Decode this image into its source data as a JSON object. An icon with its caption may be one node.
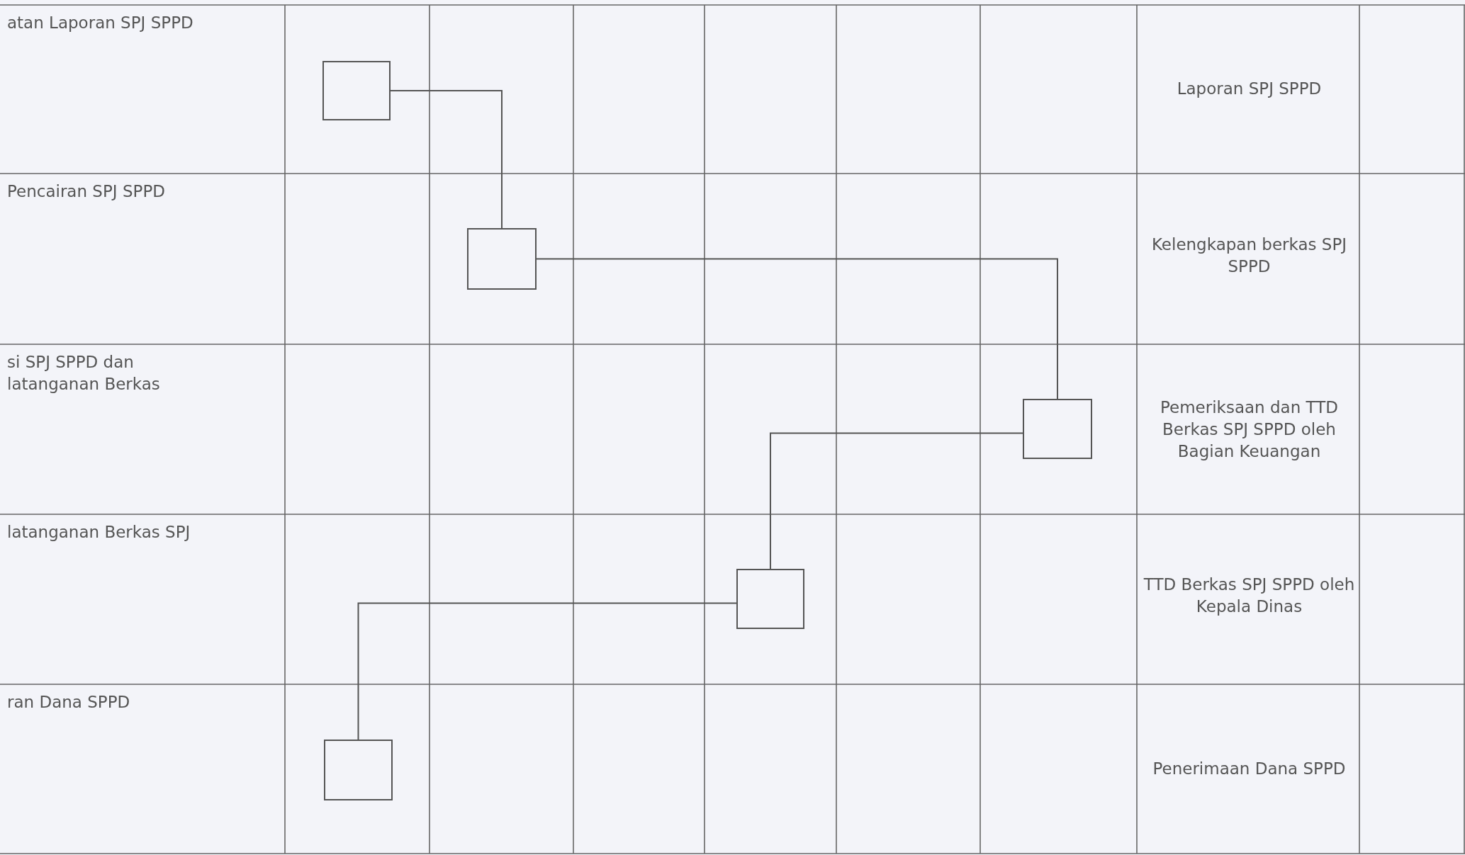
{
  "diagram": {
    "nodes": [
      {
        "text": [],
        "shape": "box"
      },
      {
        "text": [],
        "shape": "box"
      },
      {
        "text": [],
        "shape": "box"
      },
      {
        "text": [],
        "shape": "box"
      },
      {
        "text": [],
        "shape": "box"
      }
    ],
    "edges": [
      {
        "from": 0,
        "to": 1,
        "arrow": "none"
      },
      {
        "from": 1,
        "to": 2,
        "arrow": "none"
      },
      {
        "from": 2,
        "to": 3,
        "arrow": "none"
      },
      {
        "from": 3,
        "to": 4,
        "arrow": "none"
      }
    ],
    "labels": [
      "atan Laporan SPJ SPPD",
      "Laporan SPJ SPPD",
      "Pencairan SPJ SPPD",
      "Kelengkapan berkas SPJ SPPD",
      "si SPJ SPPD dan latanganan Berkas",
      "Pemeriksaan dan TTD Berkas SPJ SPPD oleh Bagian Keuangan",
      "latanganan Berkas SPJ",
      "TTD Berkas SPJ SPPD oleh Kepala Dinas",
      "ran Dana SPPD",
      "Penerimaan Dana SPPD"
    ]
  }
}
